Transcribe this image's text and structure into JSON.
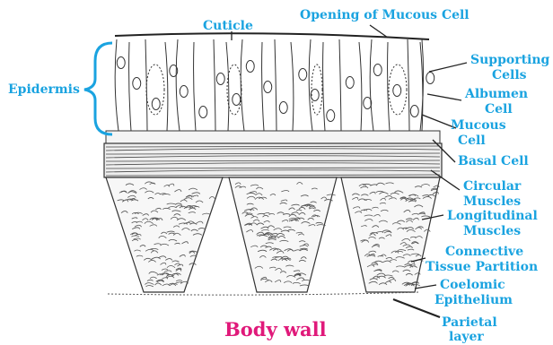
{
  "title": "Body wall",
  "colors": {
    "label": "#1aa3e0",
    "title": "#e0197a",
    "ink": "#222222"
  },
  "labels": {
    "cuticle": "Cuticle",
    "opening_mucous_cell": "Opening of Mucous Cell",
    "epidermis": "Epidermis",
    "supporting_cells": [
      "Supporting",
      "Cells"
    ],
    "albumen_cell": [
      "Albumen",
      "Cell"
    ],
    "mucous_cell": [
      "Mucous",
      "Cell"
    ],
    "basal_cell": "Basal  Cell",
    "circular_muscles": [
      "Circular",
      "Muscles"
    ],
    "longitudinal_muscles": [
      "Longitudinal",
      "Muscles"
    ],
    "connective_tissue_partition": [
      "Connective",
      "Tissue Partition"
    ],
    "coelomic_epithelium": [
      "Coelomic",
      "Epithelium"
    ],
    "parietal_layer": [
      "Parietal",
      "layer"
    ]
  }
}
